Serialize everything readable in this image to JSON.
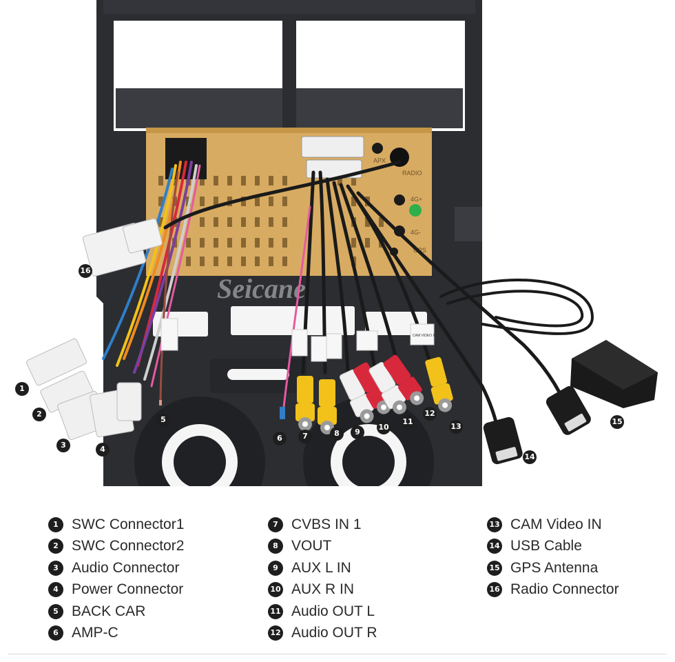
{
  "watermark": "Seicane",
  "panel_labels": {
    "apx": "APX",
    "radio": "RADIO",
    "g4_top": "4G+",
    "g4_bottom": "4G-",
    "gps": "GPS"
  },
  "sticker_text": "CAM VIDEO IN",
  "callouts": [
    {
      "num": "1",
      "label": "SWC Connector1"
    },
    {
      "num": "2",
      "label": "SWC Connector2"
    },
    {
      "num": "3",
      "label": "Audio Connector"
    },
    {
      "num": "4",
      "label": "Power Connector"
    },
    {
      "num": "5",
      "label": "BACK CAR"
    },
    {
      "num": "6",
      "label": "AMP-C"
    },
    {
      "num": "7",
      "label": "CVBS IN 1"
    },
    {
      "num": "8",
      "label": "VOUT"
    },
    {
      "num": "9",
      "label": "AUX L IN"
    },
    {
      "num": "10",
      "label": "AUX R IN"
    },
    {
      "num": "11",
      "label": "Audio OUT L"
    },
    {
      "num": "12",
      "label": "Audio OUT R"
    },
    {
      "num": "13",
      "label": "CAM Video IN"
    },
    {
      "num": "14",
      "label": "USB Cable"
    },
    {
      "num": "15",
      "label": "GPS Antenna"
    },
    {
      "num": "16",
      "label": "Radio Connector"
    }
  ],
  "colors": {
    "frame": "#2b2d31",
    "unit_body": "#d8ab62",
    "rca_yellow": "#f2c21b",
    "rca_white": "#f1f1f1",
    "rca_red": "#d8283c"
  }
}
